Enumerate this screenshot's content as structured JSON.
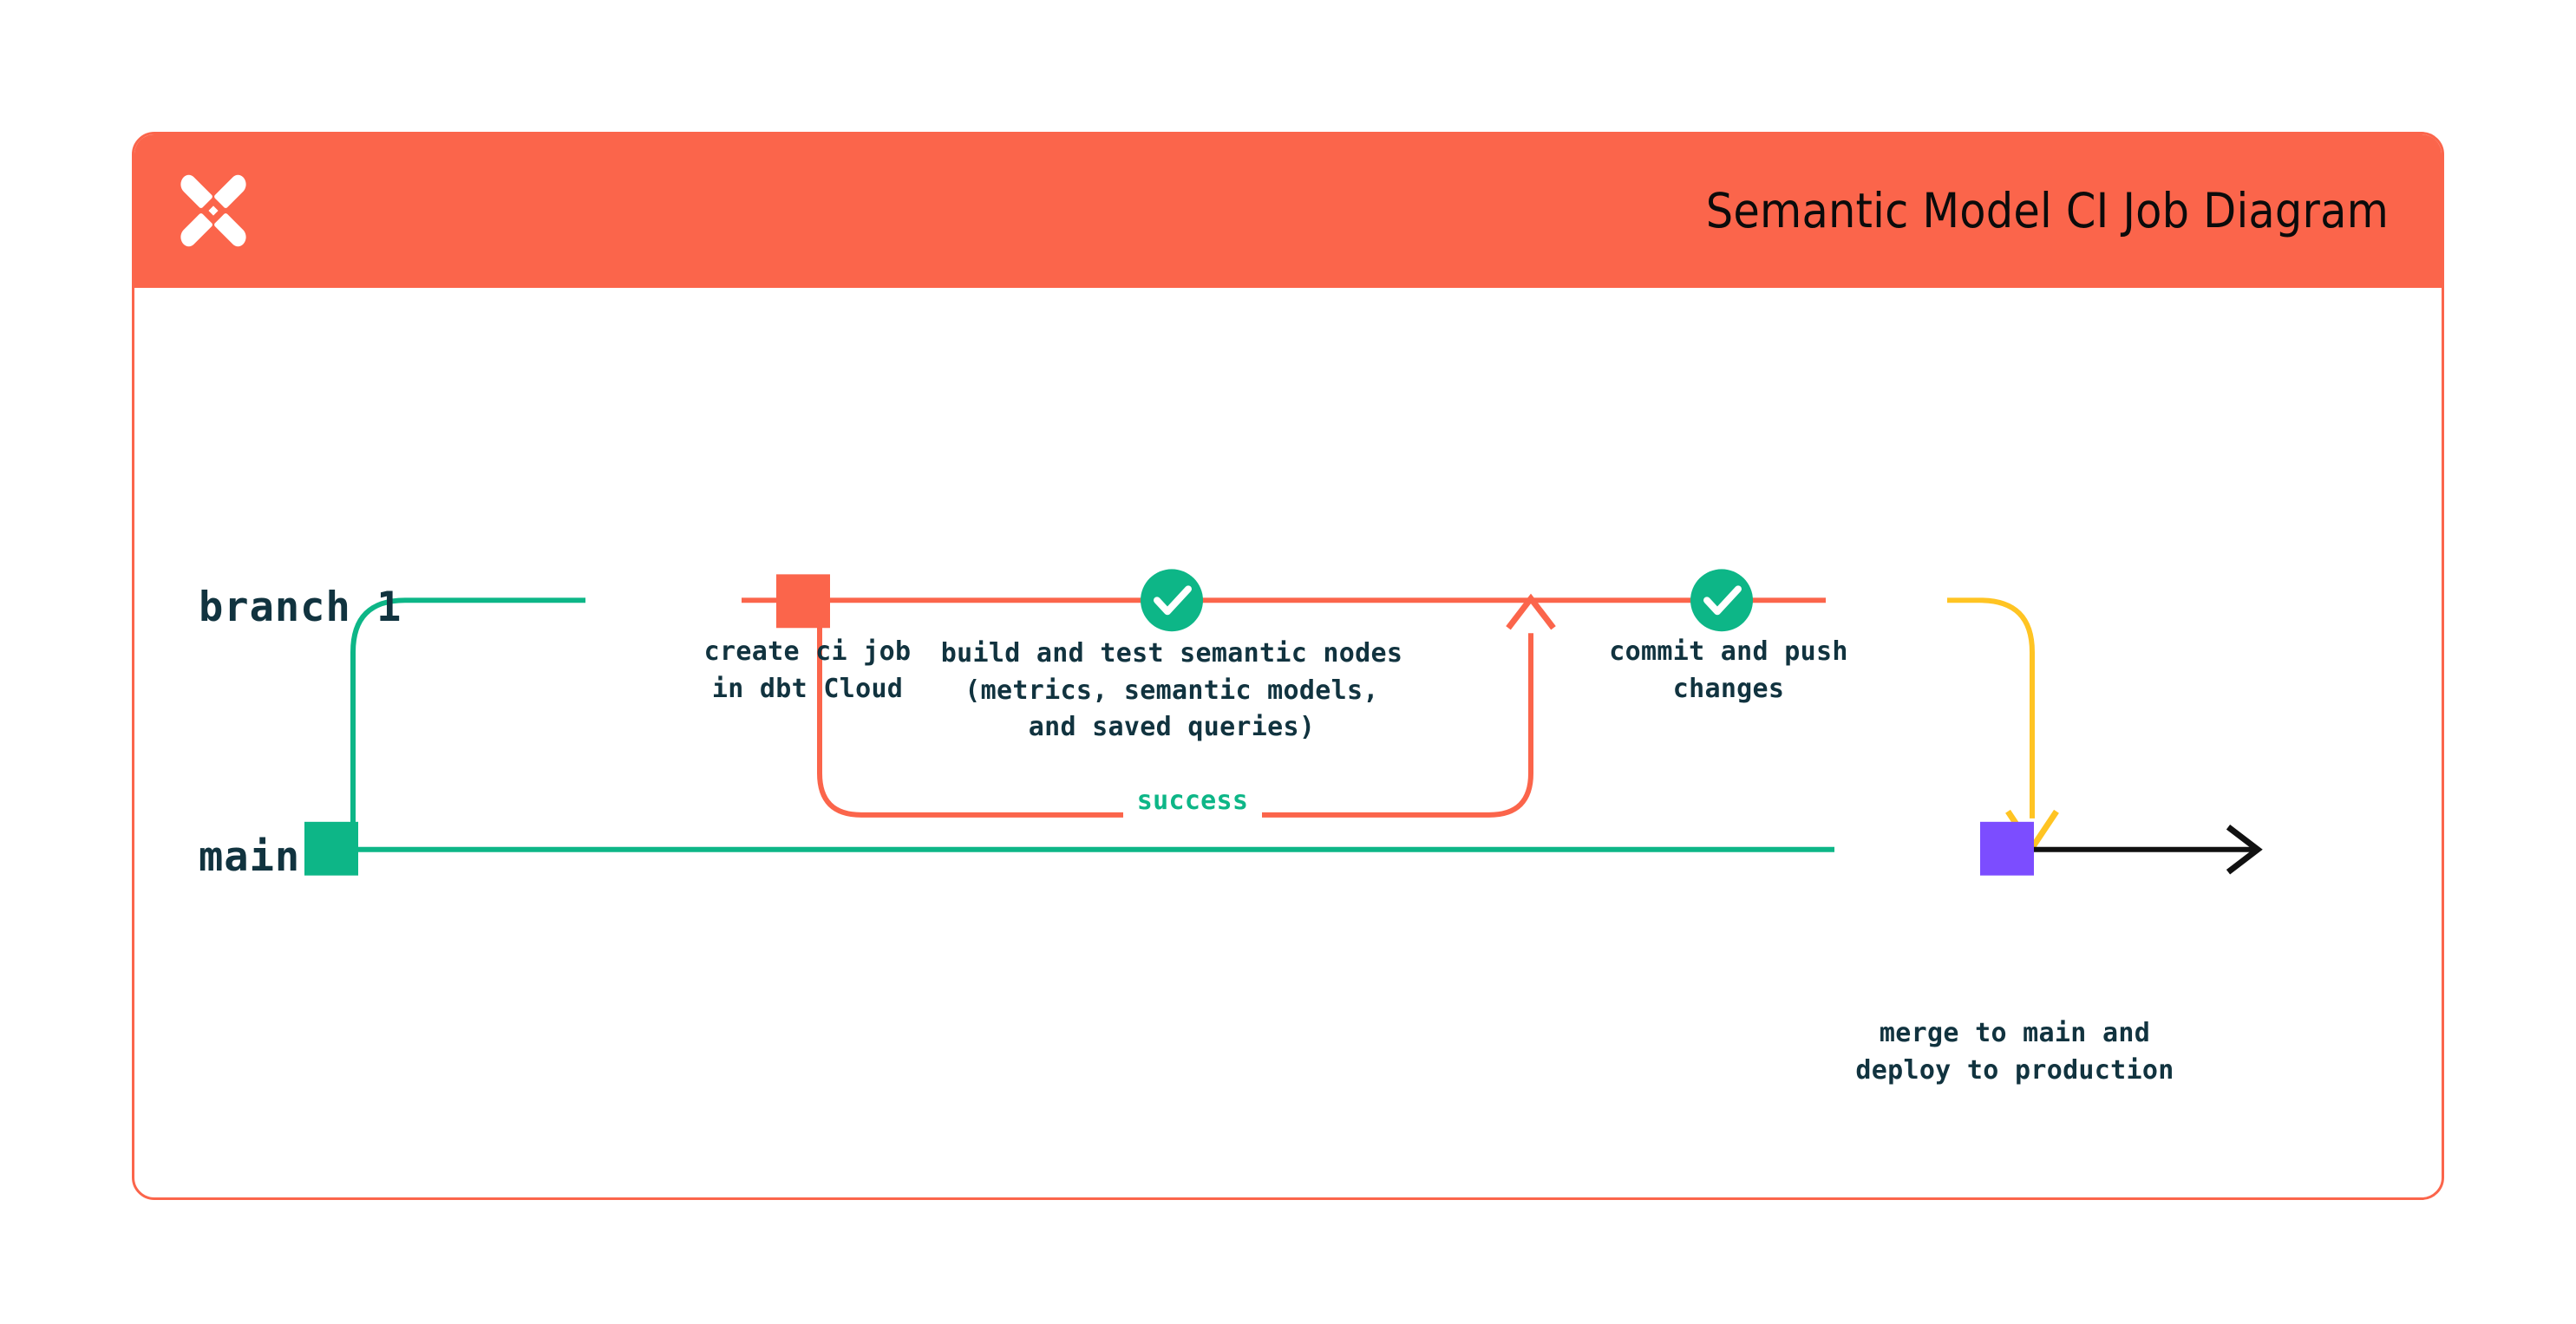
{
  "header": {
    "title": "Semantic Model CI Job Diagram",
    "logo_icon": "dbt-x-logo-icon",
    "background_color": "#FB654B",
    "title_color": "#0B0B0B"
  },
  "card": {
    "border_color": "#FB654B",
    "background_color": "#FFFFFF"
  },
  "diagram": {
    "type": "git-branch-flow",
    "lanes": [
      {
        "id": "branch-1",
        "label": "branch 1",
        "line_color_start": "#0DB687",
        "line_color_end": "#FB654B"
      },
      {
        "id": "main",
        "label": "main",
        "line_color": "#0DB687",
        "line_color_end": "#111111"
      }
    ],
    "nodes": [
      {
        "id": "create-ci-job",
        "label": "create ci job\nin dbt Cloud",
        "marker": "square",
        "marker_color": "#FB654B",
        "lane": "branch-1"
      },
      {
        "id": "build-and-test",
        "label": "build and test semantic nodes\n(metrics, semantic models,\nand saved queries)",
        "marker": "check-circle",
        "marker_color": "#0DB687",
        "marker_icon": "check-icon",
        "lane": "branch-1"
      },
      {
        "id": "commit-and-push",
        "label": "commit and push\nchanges",
        "marker": "check-circle",
        "marker_color": "#0DB687",
        "marker_icon": "check-icon",
        "lane": "branch-1"
      },
      {
        "id": "merge-to-main",
        "label": "merge to main and\ndeploy to production",
        "marker": "square",
        "marker_color": "#7C4DFF",
        "lane": "main"
      },
      {
        "id": "main-start",
        "label": "",
        "marker": "square",
        "marker_color": "#0DB687",
        "lane": "main"
      }
    ],
    "edges": [
      {
        "id": "success-loop",
        "label": "success",
        "label_color": "#0DB687",
        "path_color": "#FB654B",
        "arrow": "up"
      },
      {
        "id": "merge-edge",
        "label": "",
        "path_color": "#FFC423",
        "arrow": "down"
      },
      {
        "id": "main-terminal",
        "label": "",
        "path_color": "#111111",
        "arrow": "right"
      }
    ]
  }
}
